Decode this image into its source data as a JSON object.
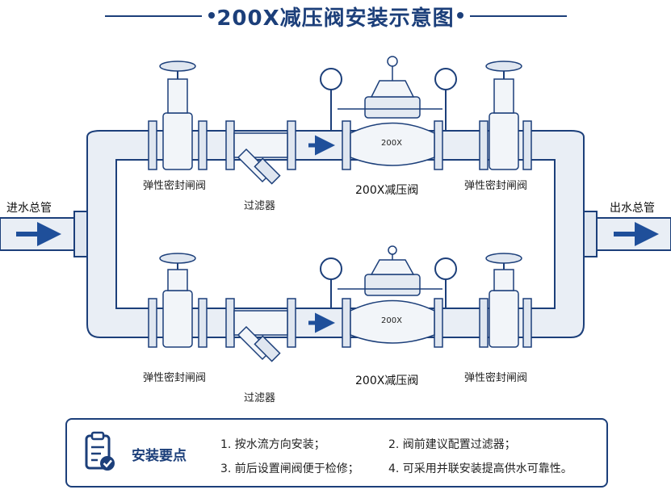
{
  "title": "200X减压阀安装示意图",
  "inlet_label": "进水总管",
  "outlet_label": "出水总管",
  "upper_branch": {
    "gate_valve_left": "弹性密封闸阀",
    "filter": "过滤器",
    "prv": "200X减压阀",
    "prv_body_mark": "200X",
    "gate_valve_right": "弹性密封闸阀"
  },
  "lower_branch": {
    "gate_valve_left": "弹性密封闸阀",
    "filter": "过滤器",
    "prv": "200X减压阀",
    "prv_body_mark": "200X",
    "gate_valve_right": "弹性密封闸阀"
  },
  "notes": {
    "heading": "安装要点",
    "items": [
      "1. 按水流方向安装；",
      "2. 阀前建议配置过滤器；",
      "3. 前后设置闸阀便于检修；",
      "4. 可采用并联安装提高供水可靠性。"
    ]
  },
  "colors": {
    "primary": "#1c3f7a",
    "pipe_fill": "#e9eef5",
    "arrow": "#1f4f9a"
  }
}
